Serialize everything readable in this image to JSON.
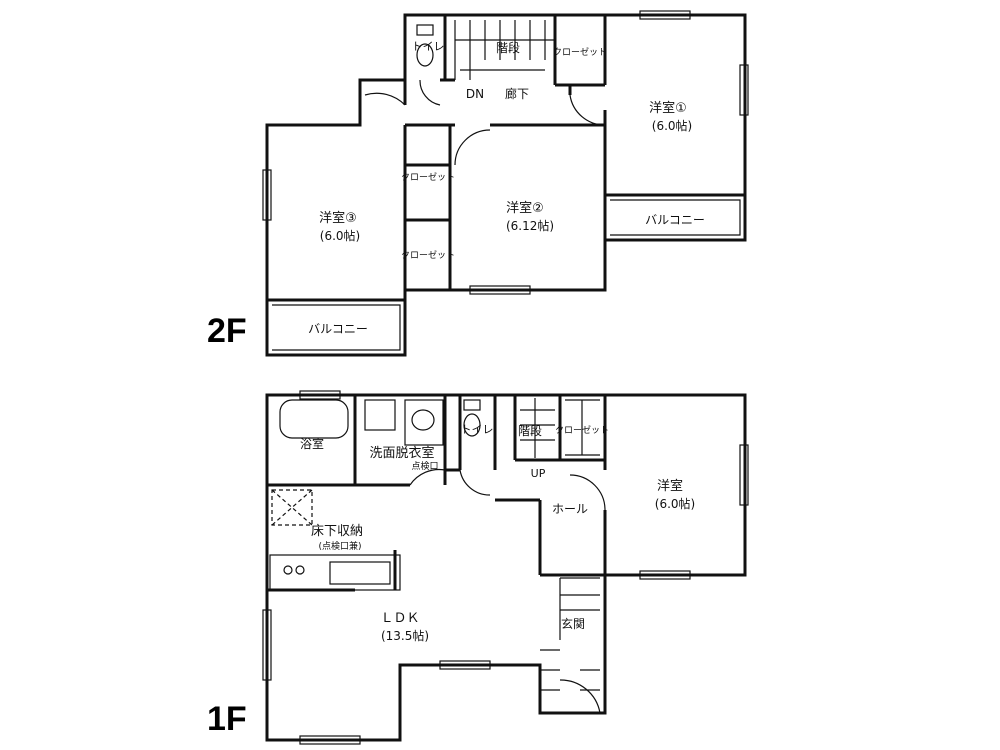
{
  "floors": {
    "second": {
      "label": "2F",
      "rooms": {
        "toilet": "トイレ",
        "stairs": "階段",
        "closet_top": "クローゼット",
        "dn": "DN",
        "hall": "廊下",
        "room1_name": "洋室①",
        "room1_size": "(6.0帖)",
        "closet_mid": "クローゼット",
        "room2_name": "洋室②",
        "room2_size": "(6.12帖)",
        "room3_name": "洋室③",
        "room3_size": "(6.0帖)",
        "closet_low": "クローゼット",
        "balcony_right": "バルコニー",
        "balcony_left": "バルコニー"
      }
    },
    "first": {
      "label": "1F",
      "rooms": {
        "bath": "浴室",
        "washroom": "洗面脱衣室",
        "inspection": "点検口",
        "toilet": "トイレ",
        "stairs": "階段",
        "closet": "クローゼット",
        "up": "UP",
        "hall": "ホール",
        "room_name": "洋室",
        "room_size": "(6.0帖)",
        "underfloor": "床下収納",
        "underfloor_note": "(点検口兼)",
        "ldk_name": "ＬＤＫ",
        "ldk_size": "(13.5帖)",
        "entrance": "玄関"
      }
    }
  }
}
